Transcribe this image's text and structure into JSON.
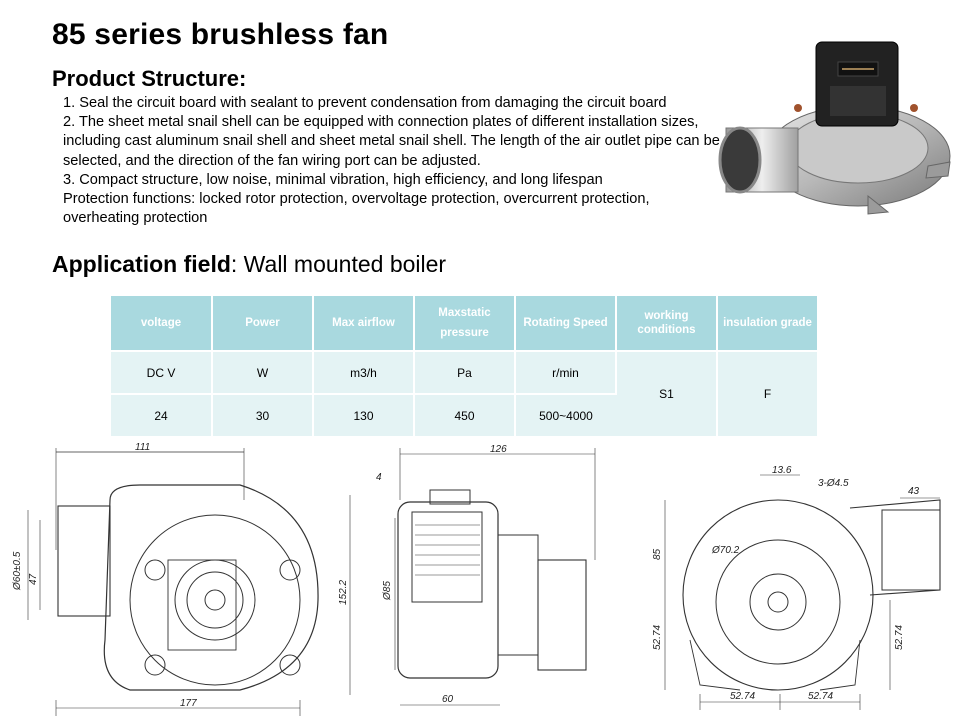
{
  "title": "85 series brushless fan",
  "structure": {
    "heading": "Product Structure:",
    "lines": [
      "1. Seal the circuit board with sealant to prevent condensation from damaging the circuit board",
      "2. The sheet metal snail shell can be equipped with connection plates of different installation sizes, including cast aluminum snail shell and sheet metal snail shell. The length of the air outlet pipe can be selected, and the direction of the fan wiring port can be adjusted.",
      "3. Compact structure, low noise, minimal vibration, high efficiency, and long lifespan",
      "Protection functions: locked rotor protection, overvoltage protection, overcurrent protection, overheating protection"
    ]
  },
  "application": {
    "label": "Application field",
    "value": ": Wall mounted boiler"
  },
  "table": {
    "headers": [
      "voltage",
      "Power",
      "Max airflow",
      "Maxstatic pressure",
      "Rotating Speed",
      "working conditions",
      "insulation grade"
    ],
    "units": [
      "DC V",
      "W",
      "m3/h",
      "Pa",
      "r/min"
    ],
    "values": [
      "24",
      "30",
      "130",
      "450",
      "500~4000"
    ],
    "working_conditions": "S1",
    "insulation_grade": "F"
  },
  "photo": {
    "label_text": ""
  },
  "drawing": {
    "front_view": {
      "width_top": "111",
      "width_bottom": "177",
      "height_right": "152.2",
      "pipe_dia": "Ø60±0.5",
      "pipe_offset": "47"
    },
    "side_view": {
      "width_top": "126",
      "offset_left": "4",
      "height": "Ø85",
      "width_bottom": "60"
    },
    "rear_view": {
      "top_w": "13.6",
      "holes": "3-Ø4.5",
      "pipe_len": "43",
      "height_85": "85",
      "circle": "Ø70.2",
      "left_5274": "52.74",
      "right_5274": "52.74",
      "bottom_left": "52.74",
      "bottom_right": "52.74"
    }
  },
  "colors": {
    "header_bg": "#a9d9df",
    "cell_bg": "#e4f3f4",
    "header_text": "#ffffff"
  }
}
